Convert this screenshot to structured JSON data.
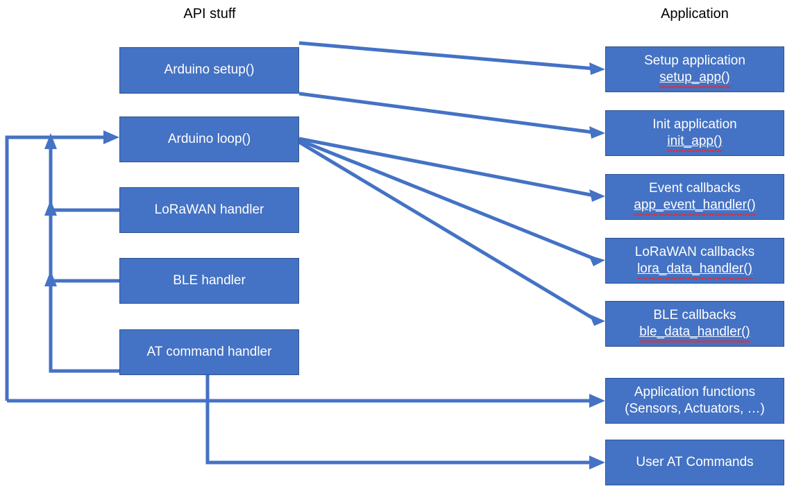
{
  "diagram": {
    "type": "flow-diagram",
    "accent_color": "#4472C4",
    "border_color": "#2F528F",
    "background": "#ffffff",
    "text_color": "#ffffff",
    "title_color": "#000000"
  },
  "columns": {
    "left_title": "API stuff",
    "right_title": "Application"
  },
  "api_nodes": [
    {
      "id": "arduino-setup",
      "label": "Arduino setup()"
    },
    {
      "id": "arduino-loop",
      "label": "Arduino loop()"
    },
    {
      "id": "lorawan-handler",
      "label": "LoRaWAN handler"
    },
    {
      "id": "ble-handler",
      "label": "BLE handler"
    },
    {
      "id": "at-command-handler",
      "label": "AT command handler"
    }
  ],
  "application_nodes": [
    {
      "id": "setup-application",
      "line1": "Setup application",
      "line2": "setup_app()",
      "spellcheck": true
    },
    {
      "id": "init-application",
      "line1": "Init application",
      "line2": "init_app()",
      "spellcheck": true
    },
    {
      "id": "event-callbacks",
      "line1": "Event callbacks",
      "line2": "app_event_handler()",
      "spellcheck": true
    },
    {
      "id": "lorawan-callbacks",
      "line1": "LoRaWAN callbacks",
      "line2": "lora_data_handler()",
      "spellcheck": true
    },
    {
      "id": "ble-callbacks",
      "line1": "BLE callbacks",
      "line2": "ble_data_handler()",
      "spellcheck": true
    },
    {
      "id": "application-functions",
      "line1": "Application functions",
      "line2": "(Sensors, Actuators, …)",
      "spellcheck": false
    },
    {
      "id": "user-at-commands",
      "line1": "User AT Commands",
      "line2": "",
      "spellcheck": false
    }
  ],
  "connections": [
    {
      "from": "arduino-setup",
      "to": "setup-application"
    },
    {
      "from": "arduino-setup",
      "to": "init-application"
    },
    {
      "from": "arduino-loop",
      "to": "event-callbacks"
    },
    {
      "from": "arduino-loop",
      "to": "lorawan-callbacks"
    },
    {
      "from": "arduino-loop",
      "to": "ble-callbacks"
    },
    {
      "from": "lorawan-handler",
      "to": "arduino-loop"
    },
    {
      "from": "ble-handler",
      "to": "arduino-loop"
    },
    {
      "from": "at-command-handler",
      "to": "arduino-loop"
    },
    {
      "from": "at-command-handler",
      "to": "application-functions"
    },
    {
      "from": "at-command-handler",
      "to": "user-at-commands"
    }
  ]
}
